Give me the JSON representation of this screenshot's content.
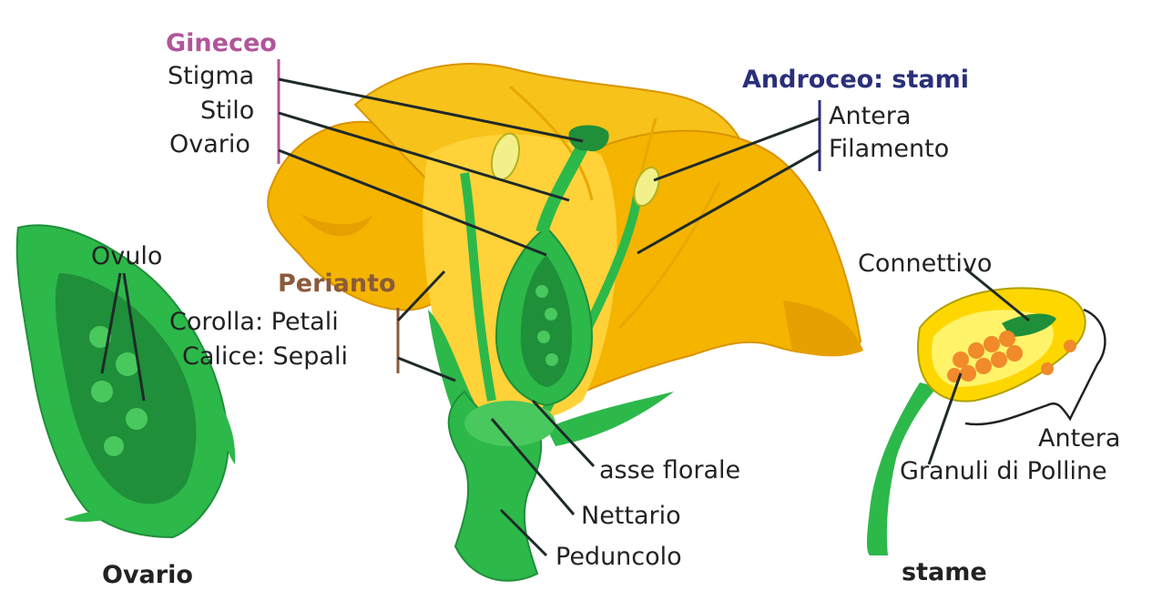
{
  "colors": {
    "petal": "#f5b400",
    "petal_light": "#ffd23a",
    "green_dark": "#1f8f3a",
    "green": "#2db84a",
    "green_light": "#49c85d",
    "gineceo_bracket": "#b0569a",
    "androceo_bracket": "#2a2f7a",
    "perianto_bracket": "#8a5a3a",
    "pollen": "#f08a2a"
  },
  "gineceo": {
    "title": "Gineceo",
    "stigma": "Stigma",
    "stilo": "Stilo",
    "ovario": "Ovario"
  },
  "androceo": {
    "title": "Androceo: stami",
    "antera": "Antera",
    "filamento": "Filamento"
  },
  "perianto": {
    "title": "Perianto",
    "corolla": "Corolla: Petali",
    "calice": "Calice: Sepali"
  },
  "flower_parts": {
    "asse_florale": "asse florale",
    "nettario": "Nettario",
    "peduncolo": "Peduncolo"
  },
  "ovario_detail": {
    "ovulo": "Ovulo",
    "caption": "Ovario"
  },
  "stame_detail": {
    "connettivo": "Connettivo",
    "antera": "Antera",
    "granuli": "Granuli di Polline",
    "caption": "stame"
  }
}
